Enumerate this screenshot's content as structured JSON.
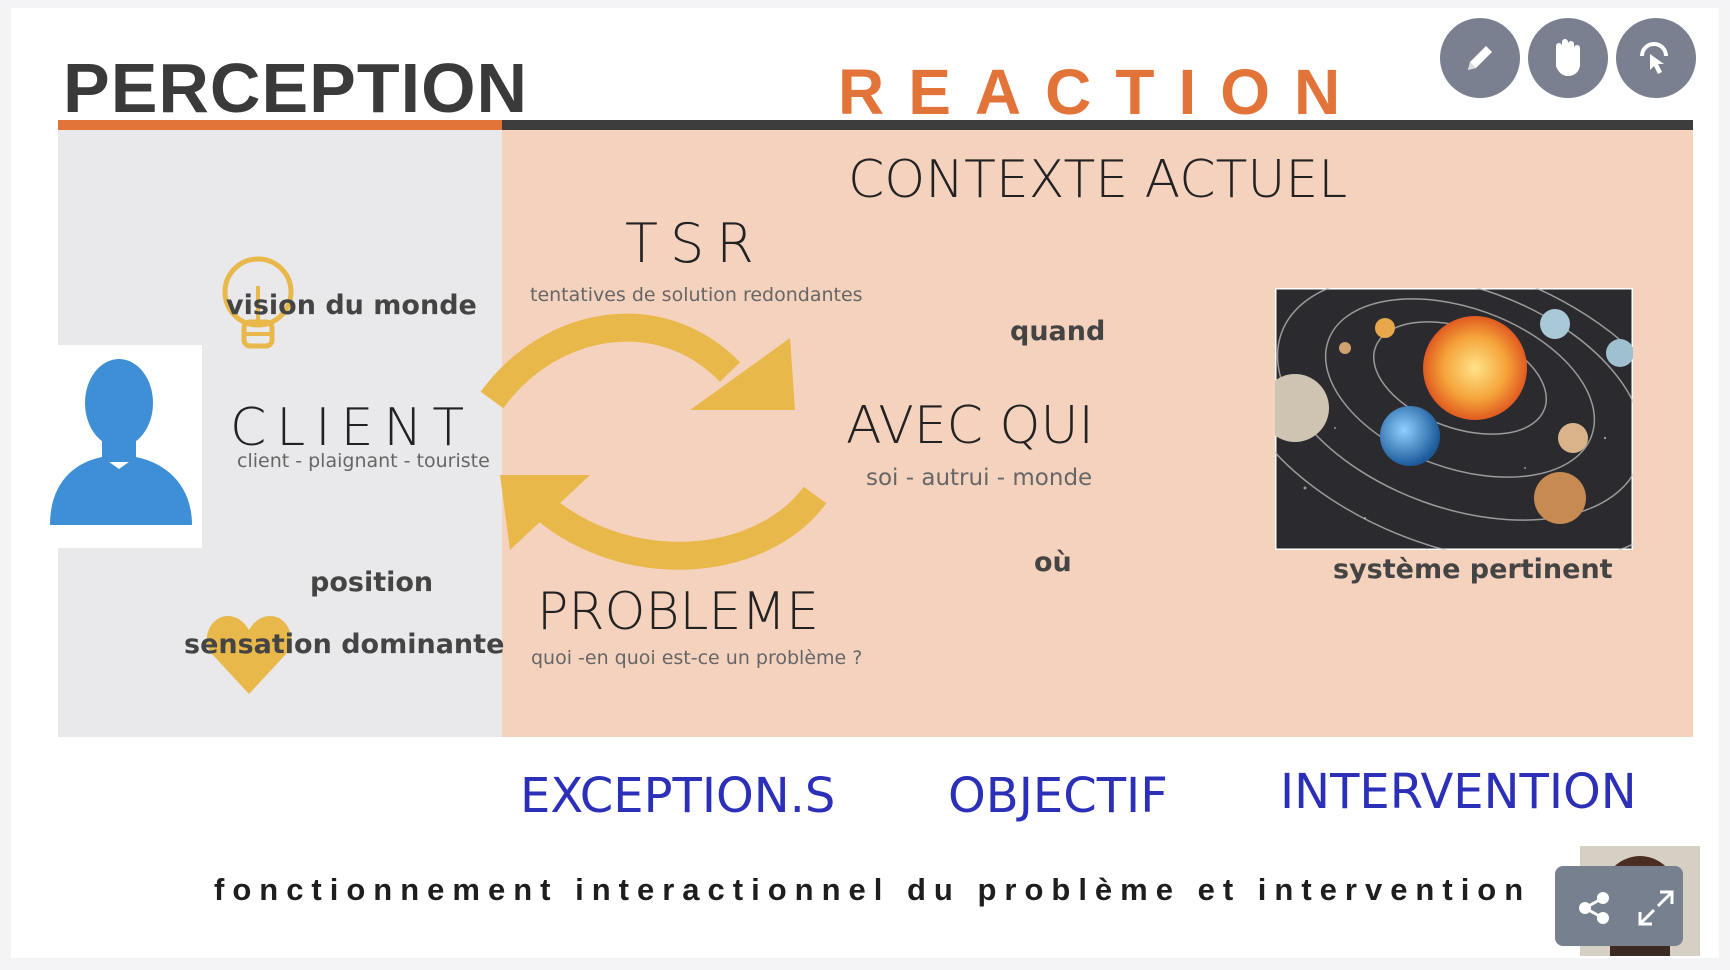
{
  "header": {
    "left_title": "PERCEPTION",
    "right_title": "REACTION"
  },
  "left_panel": {
    "vision": "vision du monde",
    "client_title": "CLIENT",
    "client_sub": "client - plaignant - touriste",
    "position": "position",
    "sensation": "sensation dominante"
  },
  "right_panel": {
    "contexte": "CONTEXTE ACTUEL",
    "tsr_title": "TSR",
    "tsr_sub": "tentatives de solution redondantes",
    "quand": "quand",
    "avec_qui": "AVEC QUI",
    "avec_qui_sub": "soi - autrui - monde",
    "ou": "où",
    "probleme": "PROBLEME",
    "probleme_sub": "quoi -en quoi est-ce un problème ?",
    "systeme": "système pertinent"
  },
  "bottom": {
    "exceptions": "EXCEPTION.S",
    "objectif": "OBJECTIF",
    "intervention": "INTERVENTION",
    "caption": "fonctionnement interactionnel du problème et intervention"
  },
  "colors": {
    "orange": "#e2743a",
    "peach": "#f5d2be",
    "gray_panel": "#e9e9ec",
    "blue_text": "#2c2fb8",
    "arrow_gold": "#e8b84a",
    "tool_button": "#7a8090"
  },
  "icons": {
    "pencil": "pencil-icon",
    "hand": "hand-icon",
    "pointer": "pointer-icon",
    "share": "share-icon",
    "fullscreen": "fullscreen-icon"
  }
}
